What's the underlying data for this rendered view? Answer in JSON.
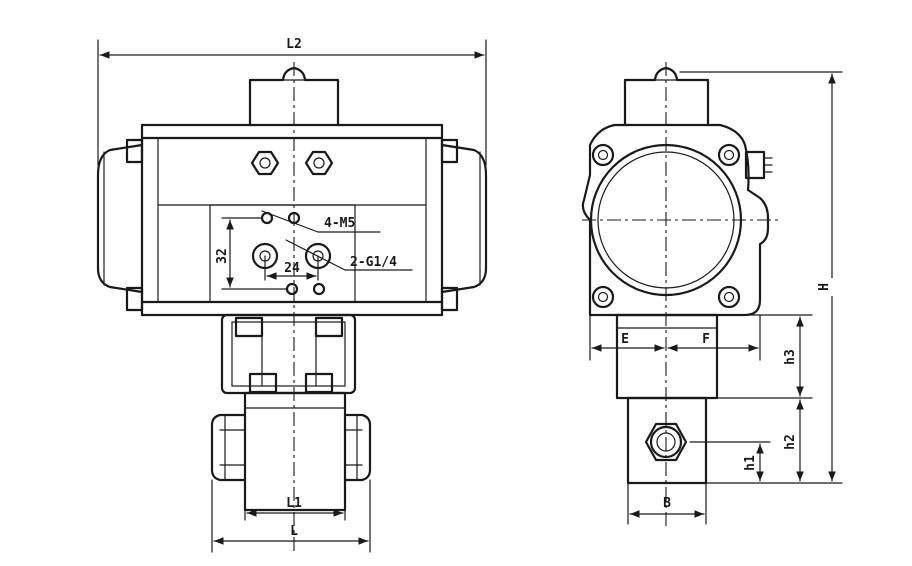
{
  "drawing": {
    "front_view": {
      "label_overall_length": "L2",
      "label_port_spacing_vertical": "32",
      "label_port_spacing_horizontal": "24",
      "label_mounting_holes": "4-M5",
      "label_air_ports": "2-G1/4",
      "label_face_length": "L1",
      "label_body_length": "L"
    },
    "side_view": {
      "label_height": "H",
      "label_left_offset": "E",
      "label_right_offset": "F",
      "label_h1": "h1",
      "label_h2": "h2",
      "label_h3": "h3",
      "label_width": "B"
    }
  },
  "colors": {
    "line": "#1a1a1a",
    "background": "#ffffff"
  }
}
